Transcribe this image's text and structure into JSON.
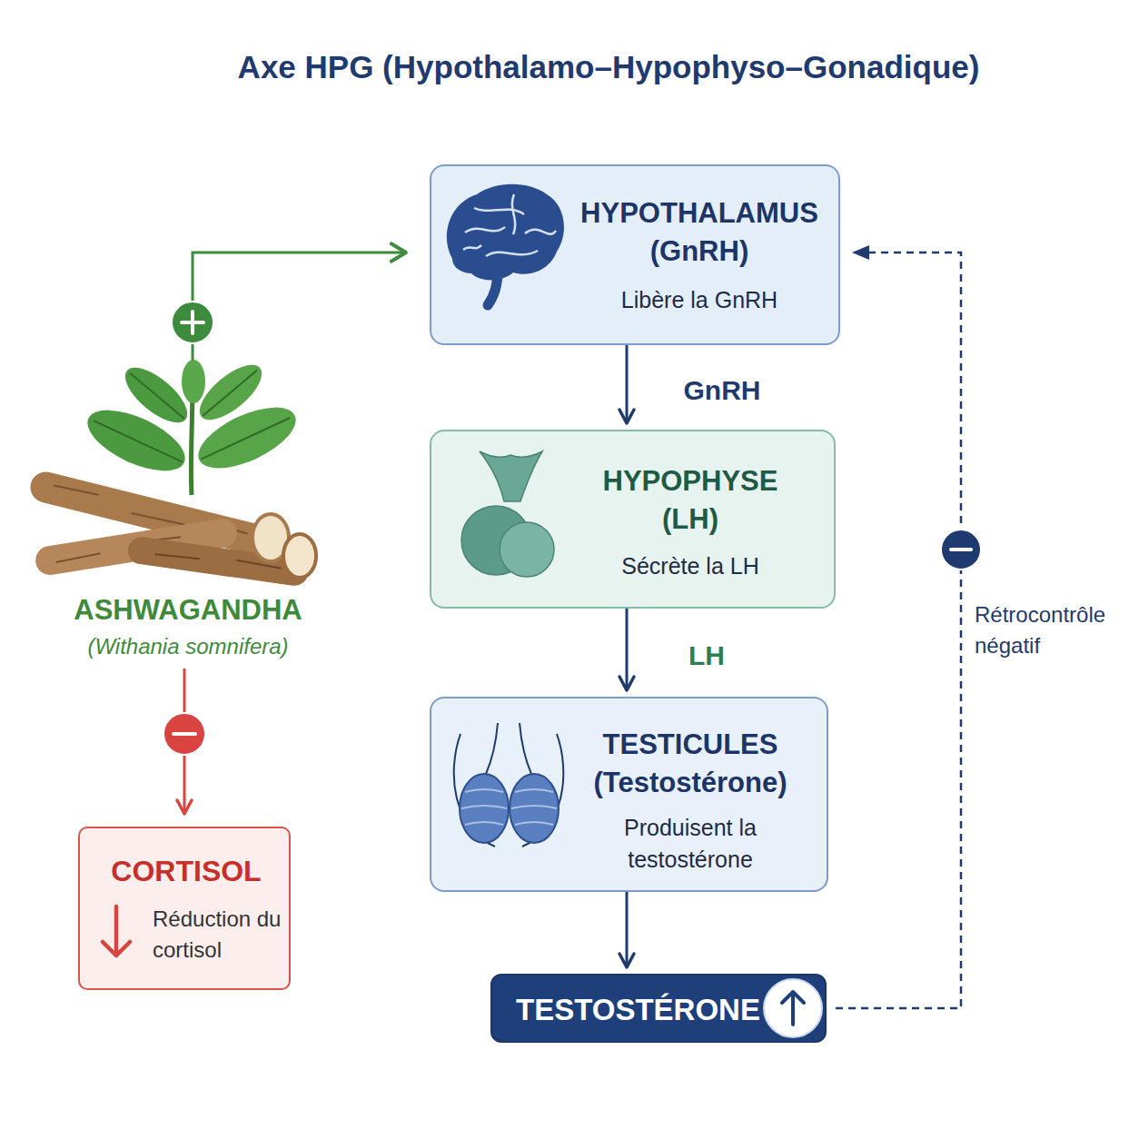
{
  "diagram": {
    "title": "Axe HPG (Hypothalamo–Hypophyso–Gonadique)",
    "nodes": [
      {
        "text": [
          "HYPOTHALAMUS (GnRH)",
          "Libère la GnRH"
        ]
      },
      {
        "text": [
          "HYPOPHYSE (LH)",
          "Sécrète la LH"
        ]
      },
      {
        "text": [
          "TESTICULES (Testostérone)",
          "Produisent la testostérone"
        ]
      },
      {
        "text": [
          "TESTOSTÉRONE"
        ]
      },
      {
        "text": [
          "ASHWAGANDHA",
          "(Withania somnifera)"
        ]
      },
      {
        "text": [
          "CORTISOL",
          "Réduction du cortisol"
        ]
      }
    ],
    "edges": [
      {
        "from": 0,
        "to": 1,
        "arrow": "to",
        "label": "GnRH"
      },
      {
        "from": 1,
        "to": 2,
        "arrow": "to",
        "label": "LH"
      },
      {
        "from": 2,
        "to": 3,
        "arrow": "to"
      },
      {
        "from": 3,
        "to": 0,
        "arrow": "to",
        "label": "Rétrocontrôle négatif"
      },
      {
        "from": 4,
        "to": 0,
        "arrow": "to"
      },
      {
        "from": 4,
        "to": 5,
        "arrow": "to"
      }
    ]
  }
}
